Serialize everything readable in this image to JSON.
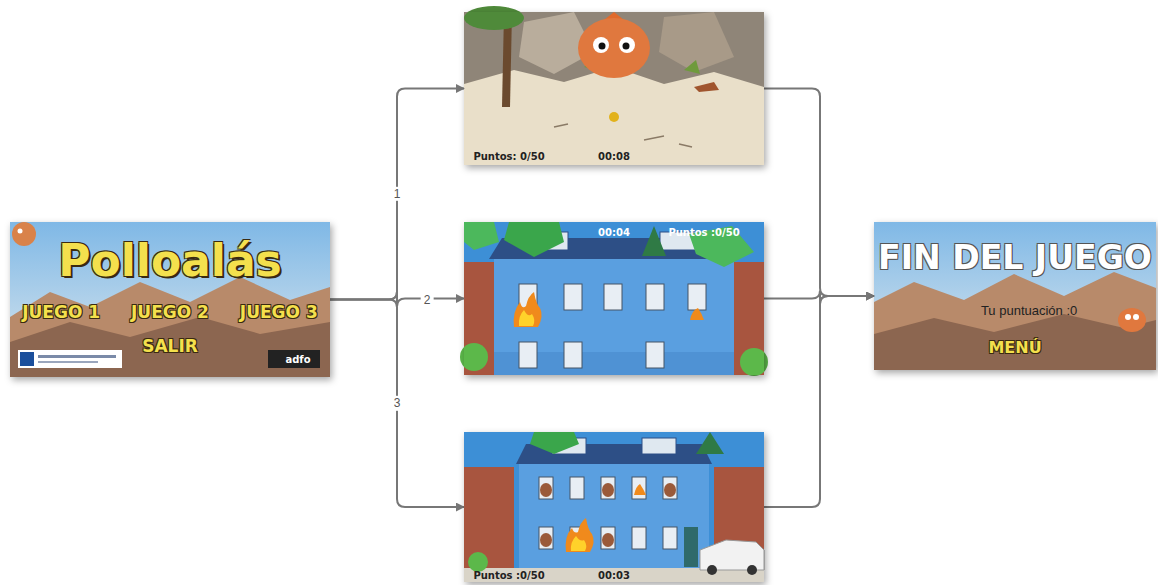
{
  "diagram": {
    "nodes": [
      {
        "text": [
          "Polloalás",
          "JUEGO 1",
          "JUEGO 2",
          "JUEGO 3",
          "SALIR",
          "adfo"
        ]
      },
      {
        "text": [
          "Puntos: 0/50",
          "00:08"
        ]
      },
      {
        "text": [
          "00:04",
          "Puntos :0/50"
        ]
      },
      {
        "text": [
          "Puntos :0/50",
          "00:03"
        ]
      },
      {
        "text": [
          "FIN DEL JUEGO",
          "Tu puntuación :0",
          "MENÚ"
        ]
      }
    ],
    "edges": [
      {
        "from": 0,
        "to": 1,
        "label": "1",
        "arrow": "to"
      },
      {
        "from": 0,
        "to": 2,
        "label": "2",
        "arrow": "to"
      },
      {
        "from": 0,
        "to": 3,
        "label": "3",
        "arrow": "to"
      },
      {
        "from": 1,
        "to": 4,
        "arrow": "to"
      },
      {
        "from": 2,
        "to": 4,
        "arrow": "to"
      },
      {
        "from": 3,
        "to": 4,
        "arrow": "to"
      }
    ]
  }
}
